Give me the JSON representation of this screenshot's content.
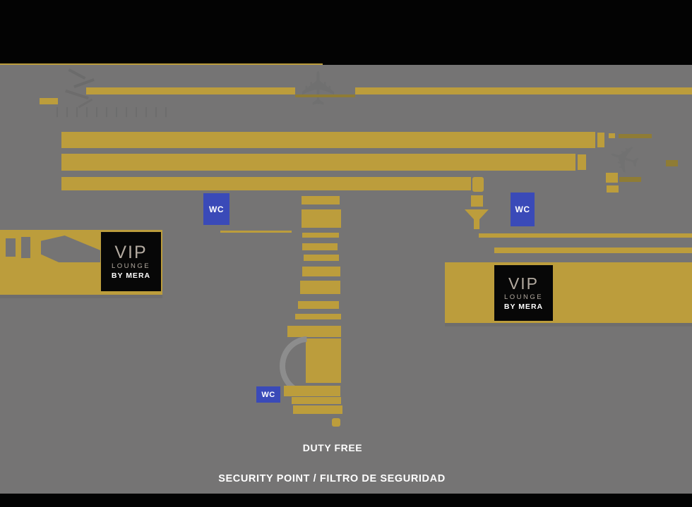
{
  "page": {
    "type": "airport-terminal-level-map"
  },
  "colors": {
    "background_gray": "#757474",
    "band_black": "#030303",
    "concourse_gold": "#bc9d3c",
    "accent_olive": "#8f7c35",
    "wc_blue": "#3a4ab8",
    "vip_logo_beige": "#b3aaa0",
    "label_white": "#ffffff",
    "detail_gray": "#6d6d6d",
    "arc_gray": "#8d8d8d"
  },
  "badges": {
    "wc": "WC"
  },
  "vip_lounge": {
    "name": "VIP",
    "sub": "LOUNGE",
    "brand": "BY MERA"
  },
  "labels": {
    "duty_free": "DUTY FREE",
    "security_point": "SECURITY POINT / FILTRO DE SEGURIDAD"
  },
  "icons": {
    "plane": "✈"
  }
}
